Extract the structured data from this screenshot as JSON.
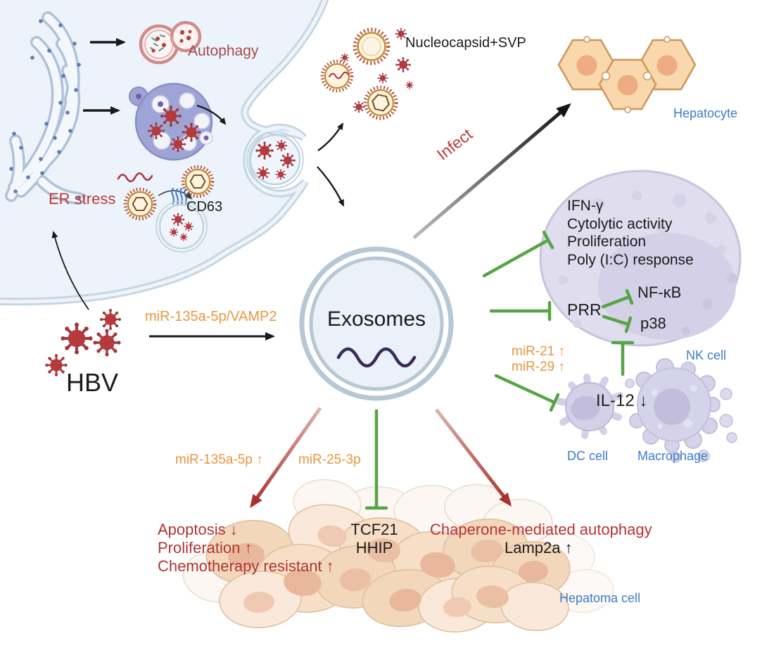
{
  "cell": {
    "er_stress": "ER stress",
    "autophagy": "Autophagy",
    "cd63": "CD63"
  },
  "secretion": {
    "nucleocapsid_svp": "Nucleocapsid+SVP",
    "infect": "Infect",
    "hepatocyte": "Hepatocyte"
  },
  "hbv": {
    "label": "HBV",
    "arrow_label": "miR-135a-5p/VAMP2"
  },
  "exosomes": {
    "label": "Exosomes"
  },
  "nk_cell": {
    "effects": [
      "IFN-γ",
      "Cytolytic activity",
      "Proliferation",
      "Poly (I:C) response"
    ],
    "prr": "PRR",
    "nfkb": "NF-κB",
    "p38": "p38",
    "label": "NK cell"
  },
  "innate": {
    "mir21": "miR-21 ↑",
    "mir29": "miR-29 ↑",
    "il12": "IL-12 ↓",
    "dc_label": "DC cell",
    "macrophage_label": "Macrophage"
  },
  "hepatoma": {
    "mir135a": "miR-135a-5p ↑",
    "mir25": "miR-25-3p",
    "effects": [
      "Apoptosis ↓",
      "Proliferation ↑",
      "Chemotherapy resistant ↑"
    ],
    "targets": [
      "TCF21",
      "HHIP"
    ],
    "cma": "Chaperone-mediated autophagy",
    "lamp2a": "Lamp2a ↑",
    "label": "Hepatoma cell"
  },
  "colors": {
    "orange_label": "#e8963e",
    "blue_label": "#3d7cc9",
    "red_text": "#be3a3a",
    "green_arrow": "#56a545",
    "dark_red_arrow": "#a93030"
  }
}
